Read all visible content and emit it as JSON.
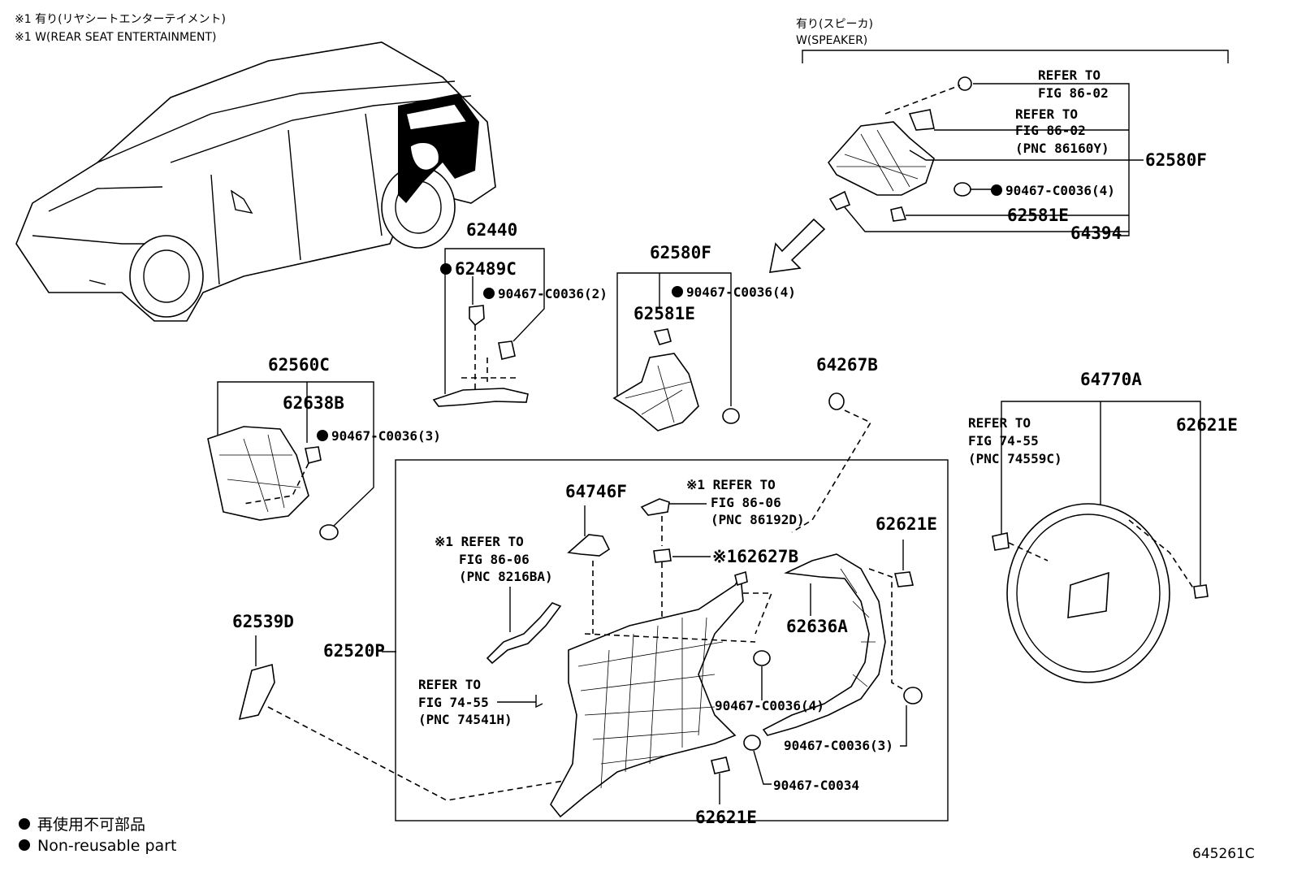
{
  "header": {
    "note_ja": "※1 有り(リヤシートエンターテイメント)",
    "note_en": "※1 W(REAR SEAT ENTERTAINMENT)",
    "speaker_ja": "有り(スピーカ)",
    "speaker_en": "W(SPEAKER)"
  },
  "labels": {
    "refer_to": "REFER TO",
    "fig_86_02": "FIG 86-02",
    "fig_86_02_b": "FIG 86-02",
    "pnc_86160y": "(PNC 86160Y)",
    "fig_86_06": "FIG 86-06",
    "pnc_86192d": "(PNC 86192D)",
    "fig_86_06_b": "FIG 86-06",
    "pnc_8216ba": "(PNC 8216BA)",
    "fig_74_55": "FIG 74-55",
    "pnc_74541h": "(PNC 74541H)",
    "fig_74_55_b": "FIG 74-55",
    "pnc_74559c": "(PNC 74559C)",
    "ref1_prefix": "※1 REFER TO",
    "ref1_prefix_b": "※1 REFER TO"
  },
  "parts": {
    "p62580F_top": "62580F",
    "p90467_C0036_4_top": "90467-C0036(4)",
    "p62581E_top": "62581E",
    "p64394": "64394",
    "p62440": "62440",
    "p62489C": "62489C",
    "p90467_C0036_2": "90467-C0036(2)",
    "p62580F_mid": "62580F",
    "p90467_C0036_4_mid": "90467-C0036(4)",
    "p62581E_mid": "62581E",
    "p62560C": "62560C",
    "p62638B": "62638B",
    "p90467_C0036_3": "90467-C0036(3)",
    "p64267B": "64267B",
    "p64770A": "64770A",
    "p62621E_right": "62621E",
    "p64746F": "64746F",
    "p62627B": "※162627B",
    "p62621E_box": "62621E",
    "p62636A": "62636A",
    "p62539D": "62539D",
    "p62520P": "62520P",
    "p90467_C0036_4_box": "90467-C0036(4)",
    "p90467_C0036_3_box": "90467-C0036(3)",
    "p90467_C0034": "90467-C0034",
    "p62621E_bottom": "62621E"
  },
  "legend": {
    "ja": "再使用不可部品",
    "en": "Non-reusable part"
  },
  "figure_id": "645261C"
}
